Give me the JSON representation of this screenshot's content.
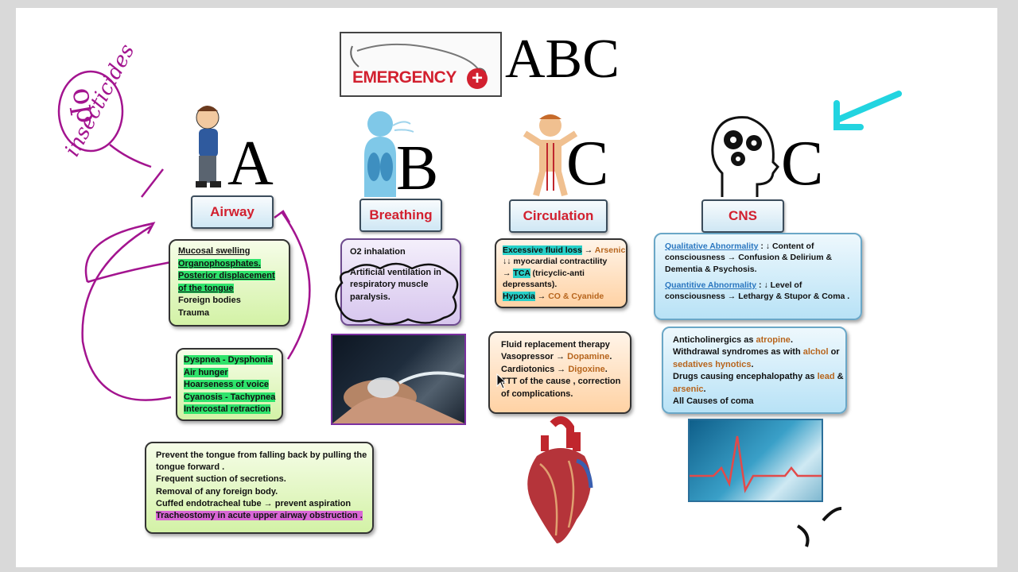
{
  "header": {
    "logo_text": "EMERGENCY",
    "title": "ABC"
  },
  "columns": [
    {
      "letter": "A",
      "label": "Airway"
    },
    {
      "letter": "B",
      "label": "Breathing"
    },
    {
      "letter": "C",
      "label": "Circulation"
    },
    {
      "letter": "C",
      "label": "CNS"
    }
  ],
  "airway": {
    "causes": [
      "Mucosal swelling",
      "Organophosphates.",
      "Posterior displacement",
      "of the tongue",
      "Foreign bodies",
      "Trauma"
    ],
    "signs": [
      "Dyspnea - Dysphonia",
      "Air hunger",
      "Hoarseness of voice",
      "Cyanosis  -  Tachypnea",
      "Intercostal retraction"
    ],
    "management": [
      "Prevent the tongue from falling back by pulling the",
      "tongue forward .",
      "Frequent suction of secretions.",
      "Removal of any foreign body.",
      "Cuffed endotracheal tube → prevent aspiration",
      "Tracheostomy in acute upper airway obstruction ."
    ]
  },
  "breathing": {
    "o2": "O2 inhalation",
    "ventilation": [
      "Artificial ventilation in",
      "respiratory muscle",
      "paralysis."
    ]
  },
  "circulation": {
    "causes": {
      "l1a": "Excessive fluid loss",
      "l1b": " → ",
      "l1c": "Arsenic",
      "l2": "↓↓ myocardial contractility",
      "l3a": "→ ",
      "l3b": "TCA",
      "l3c": " (tricyclic-anti",
      "l4": "depressants).",
      "l5a": "Hypoxia",
      "l5b": " → ",
      "l5c": "CO & Cyanide"
    },
    "management": {
      "l1": "Fluid replacement therapy",
      "l2a": "Vasopressor → ",
      "l2b": "Dopamine",
      "l2c": ".",
      "l3a": "Cardiotonics → ",
      "l3b": "Digoxine",
      "l3c": ".",
      "l4": "TTT of the cause , correction",
      "l5": "of complications."
    }
  },
  "cns": {
    "qual_label": "Qualitative Abnormality",
    "qual_text": " : ↓ Content of",
    "qual_l2": "consciousness → Confusion & Delirium &",
    "qual_l3": "Dementia & Psychosis.",
    "quant_label": "Quantitive Abnormality",
    "quant_text": " : ↓ Level of",
    "quant_l2": "consciousness → Lethargy & Stupor & Coma .",
    "causes": {
      "l1a": "Anticholinergics as ",
      "l1b": "atropine",
      "l1c": ".",
      "l2a": "Withdrawal syndromes as with ",
      "l2b": "alchol",
      "l2c": " or",
      "l3a": "sedatives hynotics",
      "l3b": ".",
      "l4a": "Drugs causing encephalopathy as ",
      "l4b": "lead",
      "l4c": " &",
      "l5a": "arsenic",
      "l5b": ".",
      "l6": "All Causes of coma"
    }
  },
  "annotations": {
    "handwritten_1": "op",
    "handwritten_2": "insecticides"
  },
  "colors": {
    "label_text": "#d2202f",
    "highlight_green": "#2ee36b",
    "highlight_cyan": "#27d0c8",
    "highlight_magenta": "#d966d6",
    "pen_purple": "#a3148f",
    "pen_cyan": "#22d4e0"
  }
}
